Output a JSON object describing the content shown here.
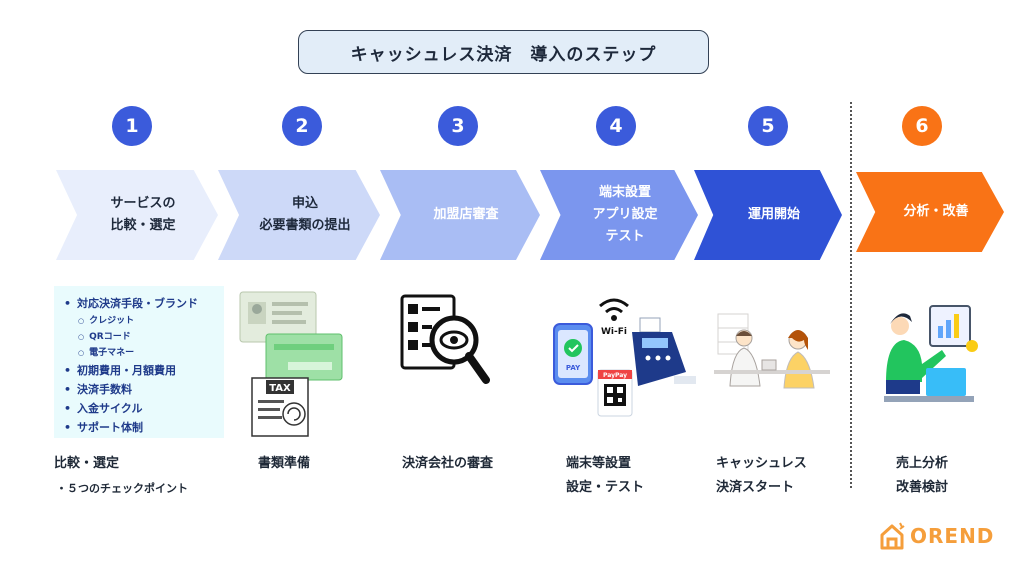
{
  "title": "キャッシュレス決済　導入のステップ",
  "steps": [
    {
      "number": "1",
      "label": "サービスの\n比較・選定",
      "caption": "比較・選定",
      "color": "#e8eefc",
      "text_color": "#1e293b"
    },
    {
      "number": "2",
      "label": "申込\n必要書類の提出",
      "caption": "書類準備",
      "color": "#cdd9f8",
      "text_color": "#1e293b"
    },
    {
      "number": "3",
      "label": "加盟店審査",
      "caption": "決済会社の審査",
      "color": "#a9bdf4",
      "text_color": "#ffffff"
    },
    {
      "number": "4",
      "label": "端末設置\nアプリ設定\nテスト",
      "caption": "端末等設置\n設定・テスト",
      "color": "#7b96ee",
      "text_color": "#ffffff"
    },
    {
      "number": "5",
      "label": "運用開始",
      "caption": "キャッシュレス\n決済スタート",
      "color": "#2f52d6",
      "text_color": "#ffffff"
    },
    {
      "number": "6",
      "label": "分析・改善",
      "caption": "売上分析\n改善検討",
      "color": "#f97316",
      "text_color": "#ffffff"
    }
  ],
  "checkpoints_caption": "・５つのチェックポイント",
  "checklist": [
    {
      "text": "対応決済手段・ブランド",
      "children": [
        "クレジット",
        "QRコード",
        "電子マネー"
      ]
    },
    {
      "text": "初期費用・月額費用",
      "children": []
    },
    {
      "text": "決済手数料",
      "children": []
    },
    {
      "text": "入金サイクル",
      "children": []
    },
    {
      "text": "サポート体制",
      "children": []
    }
  ],
  "illustration_labels": {
    "tax": "TAX",
    "wifi": "Wi-Fi",
    "pay": "PAY",
    "paypay": "PayPay"
  },
  "logo_text": "OREND",
  "colors": {
    "accent_blue": "#3b5bdb",
    "accent_orange": "#f97316",
    "checklist_bg": "#e9fbfd"
  }
}
